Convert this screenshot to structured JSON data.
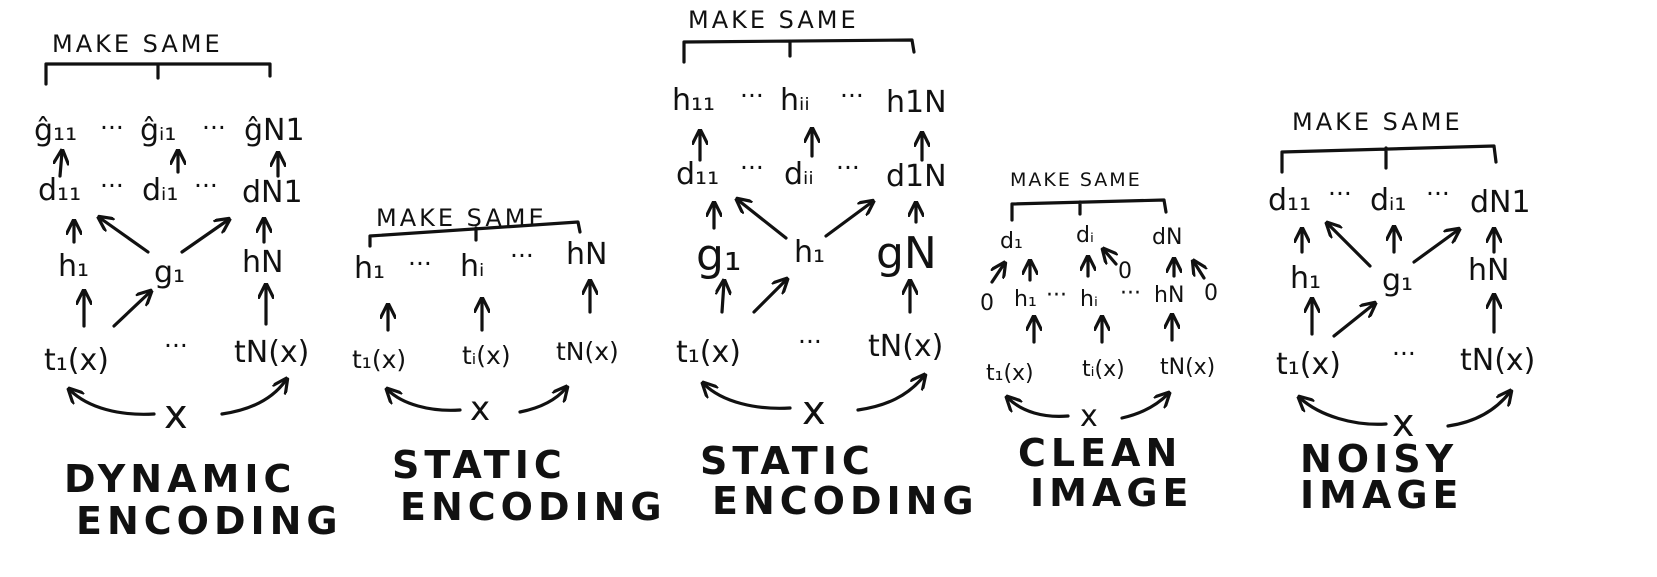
{
  "make_same": "MAKE SAME",
  "ellipsis": "···",
  "zero": "0",
  "labels": {
    "g_hat_11": "ĝ₁₁",
    "g_hat_i1": "ĝᵢ₁",
    "g_hat_N1": "ĝN1",
    "d_11": "d₁₁",
    "d_i1": "dᵢ₁",
    "d_N1": "dN1",
    "h_1": "h₁",
    "h_i": "hᵢ",
    "h_N": "hN",
    "g_1": "g₁",
    "g_N": "gN",
    "t_1": "t₁(x)",
    "t_i": "tᵢ(x)",
    "t_N": "tN(x)",
    "x": "x",
    "h_11": "h₁₁",
    "h_ii": "hᵢᵢ",
    "h_1N": "h1N",
    "d_ii": "dᵢᵢ",
    "d_1N": "d1N",
    "d_1": "d₁",
    "d_i": "dᵢ",
    "d_N": "dN"
  },
  "captions": {
    "panel1": [
      "DYNAMIC",
      "ENCODING"
    ],
    "panel2": [
      "STATIC",
      "ENCODING"
    ],
    "panel3": [
      "STATIC",
      "ENCODING"
    ],
    "panel4": [
      "CLEAN",
      "IMAGE"
    ],
    "panel5": [
      "NOISY",
      "IMAGE"
    ]
  }
}
